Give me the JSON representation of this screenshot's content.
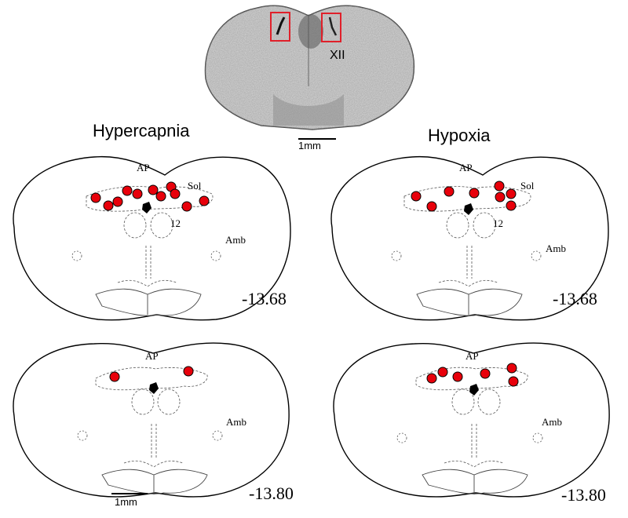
{
  "micrograph": {
    "label": "XII",
    "scale": "1mm"
  },
  "columns": {
    "left": "Hypercapnia",
    "right": "Hypoxia"
  },
  "atlas_labels": {
    "ap": "AP",
    "sol": "Sol",
    "nerve12": "12",
    "amb": "Amb"
  },
  "panels": [
    {
      "id": "hc-1368",
      "coordinate": "-13.68",
      "dots": 12
    },
    {
      "id": "hx-1368",
      "coordinate": "-13.68",
      "dots": 9
    },
    {
      "id": "hc-1380",
      "coordinate": "-13.80",
      "dots": 2
    },
    {
      "id": "hx-1380",
      "coordinate": "-13.80",
      "dots": 6
    }
  ],
  "bottom_scale": "1mm",
  "colors": {
    "dot_fill": "#e8000b",
    "dot_stroke": "#000000",
    "roi_box": "#e0202a"
  }
}
